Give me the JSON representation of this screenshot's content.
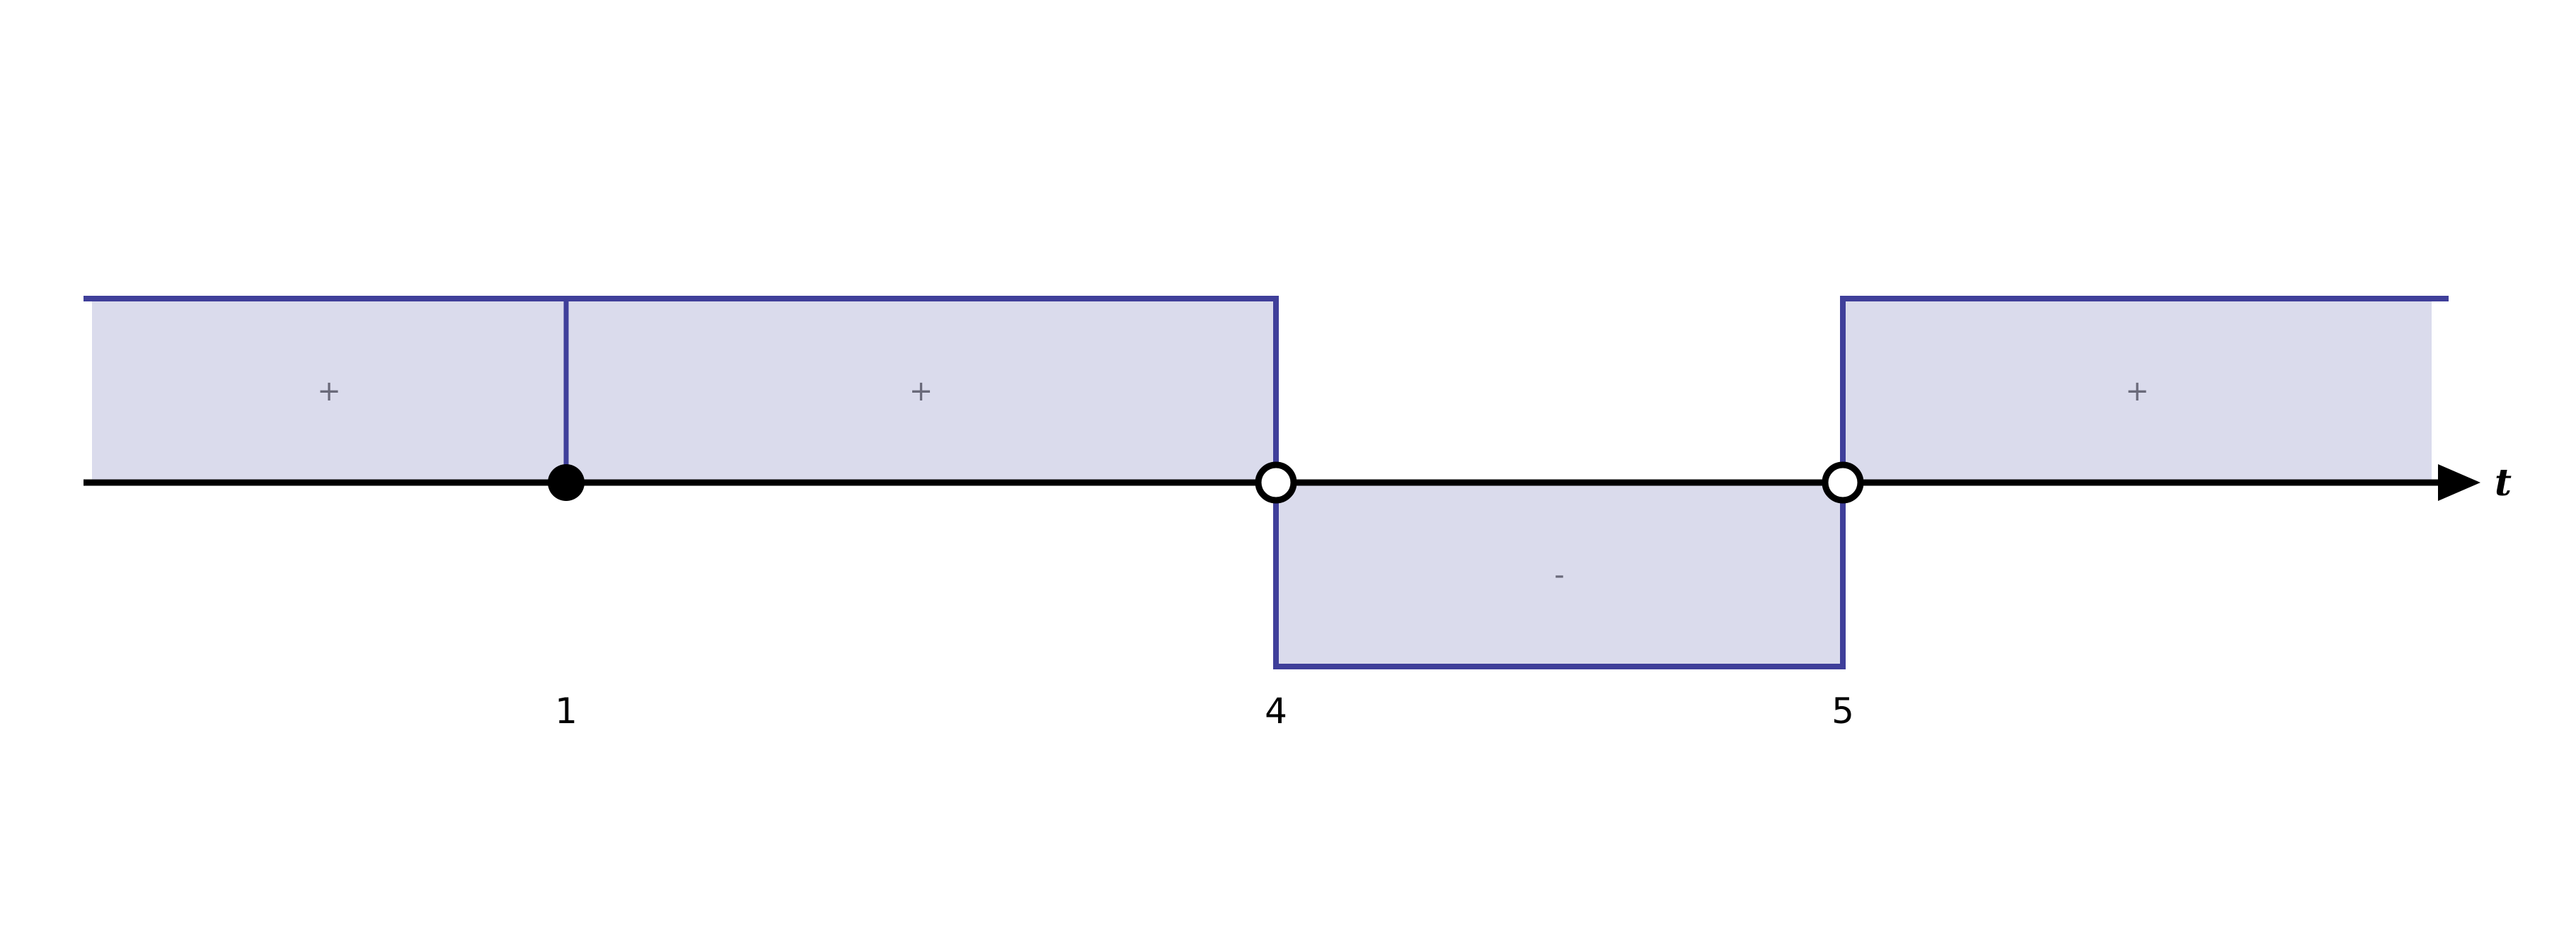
{
  "axis": {
    "variable": "t",
    "color": "#000000"
  },
  "critical_points": [
    {
      "value": 1,
      "label": "1",
      "marker": "filled"
    },
    {
      "value": 4,
      "label": "4",
      "marker": "open"
    },
    {
      "value": 5,
      "label": "5",
      "marker": "open"
    }
  ],
  "intervals": [
    {
      "from": null,
      "to": 1,
      "sign": "+"
    },
    {
      "from": 1,
      "to": 4,
      "sign": "+"
    },
    {
      "from": 4,
      "to": 5,
      "sign": "-"
    },
    {
      "from": 5,
      "to": null,
      "sign": "+"
    }
  ],
  "colors": {
    "outline": "#3f3f9a",
    "fill": "#dadbec",
    "sign_text": "#6a6a7a"
  }
}
